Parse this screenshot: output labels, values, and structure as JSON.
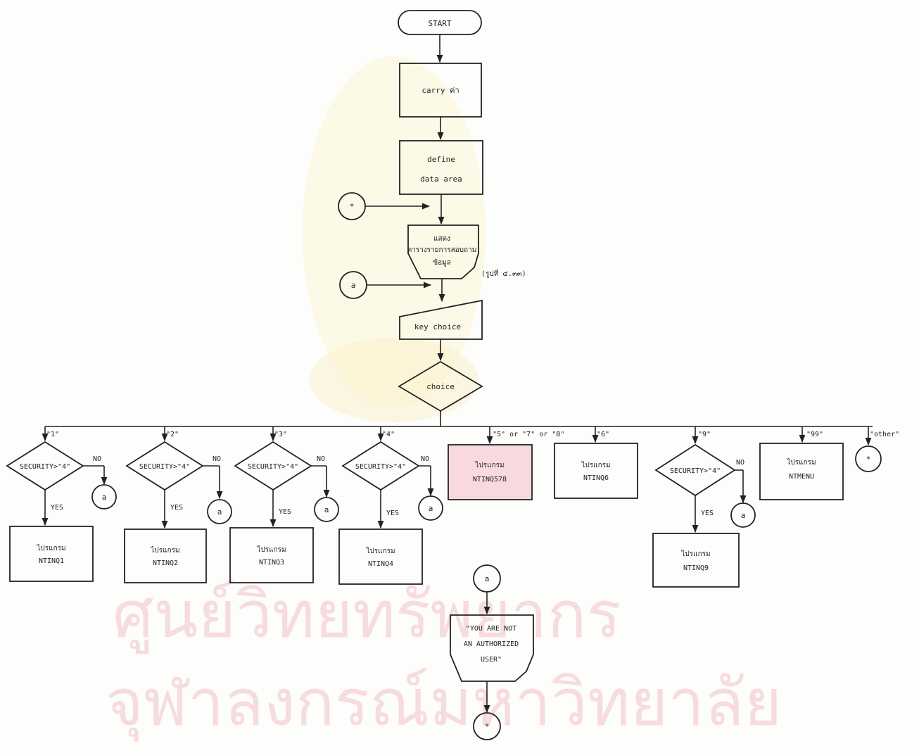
{
  "watermark": {
    "line1": "ศูนย์วิทยทรัพยากร",
    "line2": "จุฬาลงกรณ์มหาวิทยาลัย"
  },
  "nodes": {
    "start": "START",
    "carry": "carry ค่า",
    "define1": "define",
    "define2": "data area",
    "display1": "แสดง",
    "display2": "ตารางรายการสอบถาม",
    "display3": "ข้อมูล",
    "display_note": "(รูปที่ ๔.๓๓)",
    "key_choice": "key choice",
    "choice": "choice",
    "connector_star": "*",
    "connector_a": "a",
    "error1": "\"YOU ARE NOT",
    "error2": "AN AUTHORIZED",
    "error3": "USER\""
  },
  "branches": {
    "b1": "\"1\"",
    "b2": "\"2\"",
    "b3": "\"3\"",
    "b4": "\"4\"",
    "b578": "\"5\" or \"7\" or \"8\"",
    "b6": "\"6\"",
    "b9": "\"9\"",
    "b99": "\"99\"",
    "bother": "\"other\""
  },
  "decision": {
    "security": "SECURITY>\"4\"",
    "yes": "YES",
    "no": "NO"
  },
  "programs": {
    "prefix": "ไปรแกรม",
    "p1": "NTINQ1",
    "p2": "NTINQ2",
    "p3": "NTINQ3",
    "p4": "NTINQ4",
    "p578": "NTINQ578",
    "p6": "NTINQ6",
    "p9": "NTINQ9",
    "p99": "NTMENU"
  }
}
